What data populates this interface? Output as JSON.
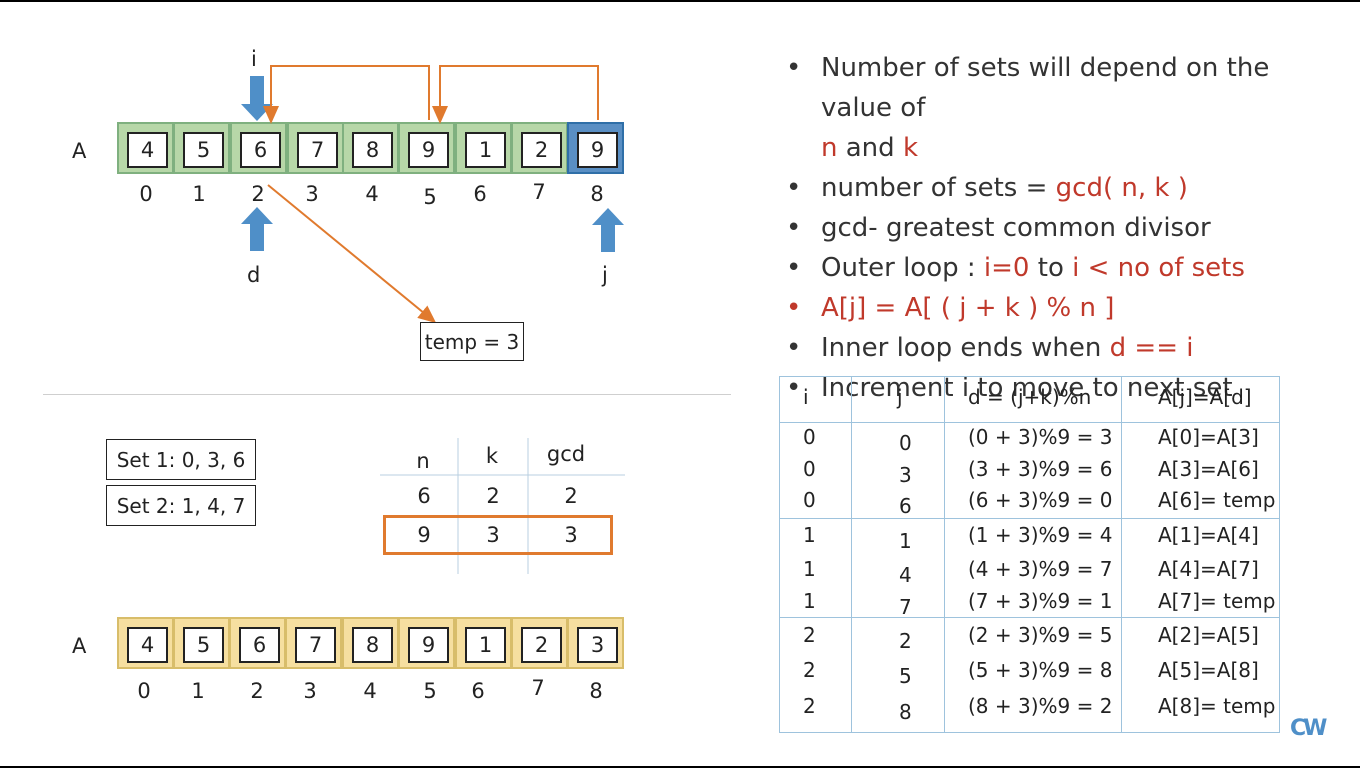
{
  "top_array": {
    "label": "A",
    "values": [
      "4",
      "5",
      "6",
      "7",
      "8",
      "9",
      "1",
      "2",
      "9"
    ],
    "indices": [
      "0",
      "1",
      "2",
      "3",
      "4",
      "5",
      "6",
      "7",
      "8"
    ],
    "styles": [
      "green",
      "green",
      "green",
      "green",
      "green",
      "green",
      "green",
      "green",
      "blue"
    ]
  },
  "pointers": {
    "i": "i",
    "d": "d",
    "j": "j"
  },
  "temp_box": "temp = 3",
  "sets": [
    "Set 1: 0, 3, 6",
    "Set 2: 1, 4, 7"
  ],
  "gcd_table": {
    "headers": [
      "n",
      "k",
      "gcd"
    ],
    "rows": [
      [
        "6",
        "2",
        "2"
      ],
      [
        "9",
        "3",
        "3"
      ]
    ]
  },
  "bottom_array": {
    "label": "A",
    "values": [
      "4",
      "5",
      "6",
      "7",
      "8",
      "9",
      "1",
      "2",
      "3"
    ],
    "indices": [
      "0",
      "1",
      "2",
      "3",
      "4",
      "5",
      "6",
      "7",
      "8"
    ]
  },
  "bullets": {
    "b1_text": "Number of sets will depend on the value of",
    "b1_n": "n",
    "b1_and": " and ",
    "b1_k": "k",
    "b2_text": "number of sets = ",
    "b2_red": "gcd( n, k )",
    "b3_text": "gcd- greatest common divisor",
    "b4_text": "Outer loop : ",
    "b4_red1": "i=0",
    "b4_to": " to ",
    "b4_red2": "i < no of sets",
    "b5_red": "A[j] = A[ ( j + k ) % n ]",
    "b6_text": "Inner loop ends when ",
    "b6_red": "d == i",
    "b7_text": "Increment i to move to next set"
  },
  "trace_table": {
    "headers": [
      "i",
      "j",
      "d = (j+k)%n",
      "A[j]=A[d]"
    ],
    "rows": [
      [
        "0",
        "0",
        "(0 + 3)%9 = 3",
        "A[0]=A[3]"
      ],
      [
        "0",
        "3",
        "(3 + 3)%9 = 6",
        "A[3]=A[6]"
      ],
      [
        "0",
        "6",
        "(6 + 3)%9 = 0",
        "A[6]= temp"
      ],
      [
        "1",
        "1",
        "(1 + 3)%9 = 4",
        "A[1]=A[4]"
      ],
      [
        "1",
        "4",
        "(4 + 3)%9 = 7",
        "A[4]=A[7]"
      ],
      [
        "1",
        "7",
        "(7 + 3)%9 = 1",
        "A[7]= temp"
      ],
      [
        "2",
        "2",
        "(2 + 3)%9 = 5",
        "A[2]=A[5]"
      ],
      [
        "2",
        "5",
        "(5 + 3)%9 = 8",
        "A[5]=A[8]"
      ],
      [
        "2",
        "8",
        "(8 + 3)%9 = 2",
        "A[8]= temp"
      ]
    ]
  },
  "logo": "CW",
  "colors": {
    "accent_red": "#c0392b",
    "arrow_orange": "#e07a2e",
    "pointer_blue": "#4f8fc8"
  }
}
